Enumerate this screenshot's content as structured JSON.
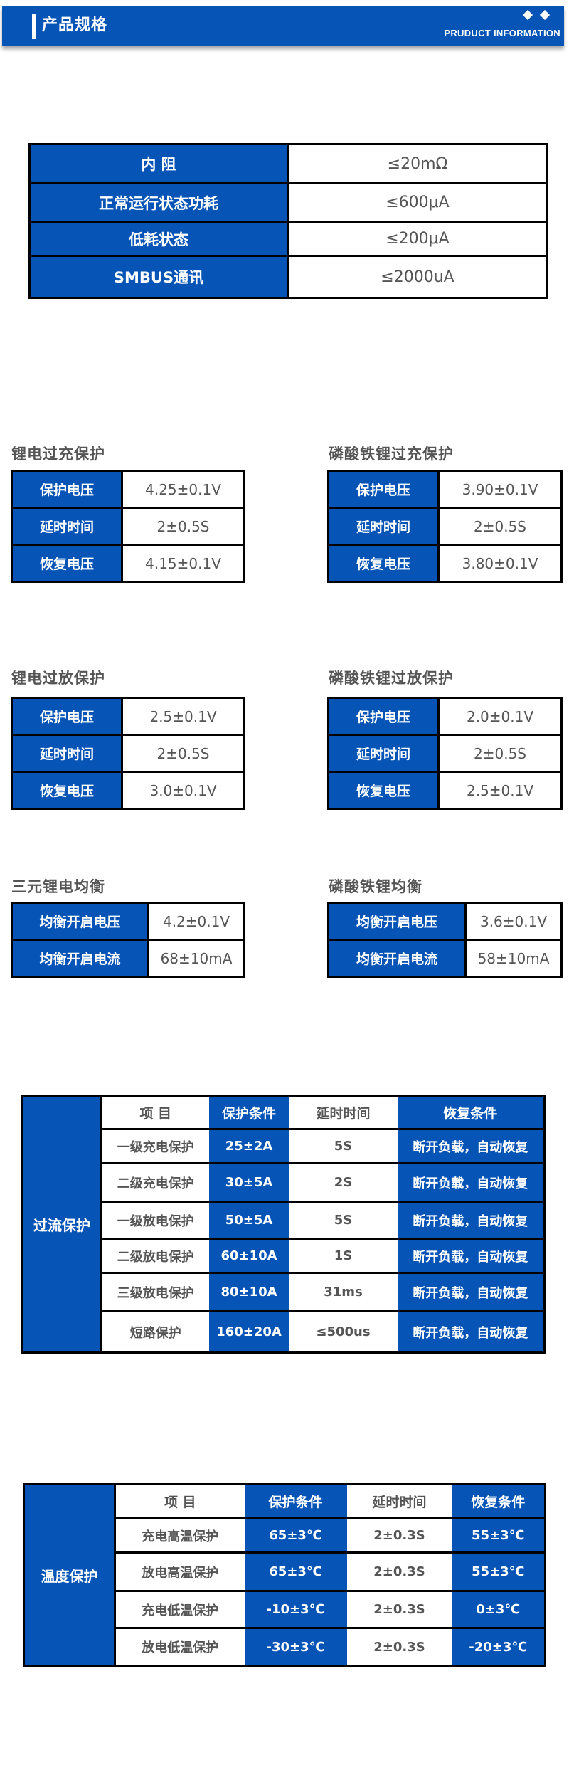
{
  "banner": {
    "title": "产品规格",
    "subtitle": "PRUDUCT INFORMATION",
    "accent_color": "#0654b6"
  },
  "spec_table": {
    "rows": [
      {
        "label": "内 阻",
        "value": "≤20mΩ"
      },
      {
        "label": "正常运行状态功耗",
        "value": "≤600μA"
      },
      {
        "label": "低耗状态",
        "value": "≤200μA"
      },
      {
        "label": "SMBUS通讯",
        "value": "≤2000uA"
      }
    ]
  },
  "li_overcharge": {
    "title": "锂电过充保护",
    "rows": [
      {
        "label": "保护电压",
        "value": "4.25±0.1V"
      },
      {
        "label": "延时时间",
        "value": "2±0.5S"
      },
      {
        "label": "恢复电压",
        "value": "4.15±0.1V"
      }
    ]
  },
  "lfp_overcharge": {
    "title": "磷酸铁锂过充保护",
    "rows": [
      {
        "label": "保护电压",
        "value": "3.90±0.1V"
      },
      {
        "label": "延时时间",
        "value": "2±0.5S"
      },
      {
        "label": "恢复电压",
        "value": "3.80±0.1V"
      }
    ]
  },
  "li_overdischarge": {
    "title": "锂电过放保护",
    "rows": [
      {
        "label": "保护电压",
        "value": "2.5±0.1V"
      },
      {
        "label": "延时时间",
        "value": "2±0.5S"
      },
      {
        "label": "恢复电压",
        "value": "3.0±0.1V"
      }
    ]
  },
  "lfp_overdischarge": {
    "title": "磷酸铁锂过放保护",
    "rows": [
      {
        "label": "保护电压",
        "value": "2.0±0.1V"
      },
      {
        "label": "延时时间",
        "value": "2±0.5S"
      },
      {
        "label": "恢复电压",
        "value": "2.5±0.1V"
      }
    ]
  },
  "ternary_balance": {
    "title": "三元锂电均衡",
    "rows": [
      {
        "label": "均衡开启电压",
        "value": "4.2±0.1V"
      },
      {
        "label": "均衡开启电流",
        "value": "68±10mA"
      }
    ]
  },
  "lfp_balance": {
    "title": "磷酸铁锂均衡",
    "rows": [
      {
        "label": "均衡开启电压",
        "value": "3.6±0.1V"
      },
      {
        "label": "均衡开启电流",
        "value": "58±10mA"
      }
    ]
  },
  "overcurrent": {
    "category": "过流保护",
    "headers": [
      "项  目",
      "保护条件",
      "延时时间",
      "恢复条件"
    ],
    "rows": [
      {
        "item": "一级充电保护",
        "condition": "25±2A",
        "delay": "5S",
        "recovery": "断开负载，自动恢复"
      },
      {
        "item": "二级充电保护",
        "condition": "30±5A",
        "delay": "2S",
        "recovery": "断开负载，自动恢复"
      },
      {
        "item": "一级放电保护",
        "condition": "50±5A",
        "delay": "5S",
        "recovery": "断开负载，自动恢复"
      },
      {
        "item": "二级放电保护",
        "condition": "60±10A",
        "delay": "1S",
        "recovery": "断开负载，自动恢复"
      },
      {
        "item": "三级放电保护",
        "condition": "80±10A",
        "delay": "31ms",
        "recovery": "断开负载，自动恢复"
      },
      {
        "item": "短路保护",
        "condition": "160±20A",
        "delay": "≤500us",
        "recovery": "断开负载，自动恢复"
      }
    ]
  },
  "temperature": {
    "category": "温度保护",
    "headers": [
      "项  目",
      "保护条件",
      "延时时间",
      "恢复条件"
    ],
    "rows": [
      {
        "item": "充电高温保护",
        "condition": "65±3℃",
        "delay": "2±0.3S",
        "recovery": "55±3℃"
      },
      {
        "item": "放电高温保护",
        "condition": "65±3℃",
        "delay": "2±0.3S",
        "recovery": "55±3℃"
      },
      {
        "item": "充电低温保护",
        "condition": "-10±3℃",
        "delay": "2±0.3S",
        "recovery": "0±3℃"
      },
      {
        "item": "放电低温保护",
        "condition": "-30±3℃",
        "delay": "2±0.3S",
        "recovery": "-20±3℃"
      }
    ]
  }
}
